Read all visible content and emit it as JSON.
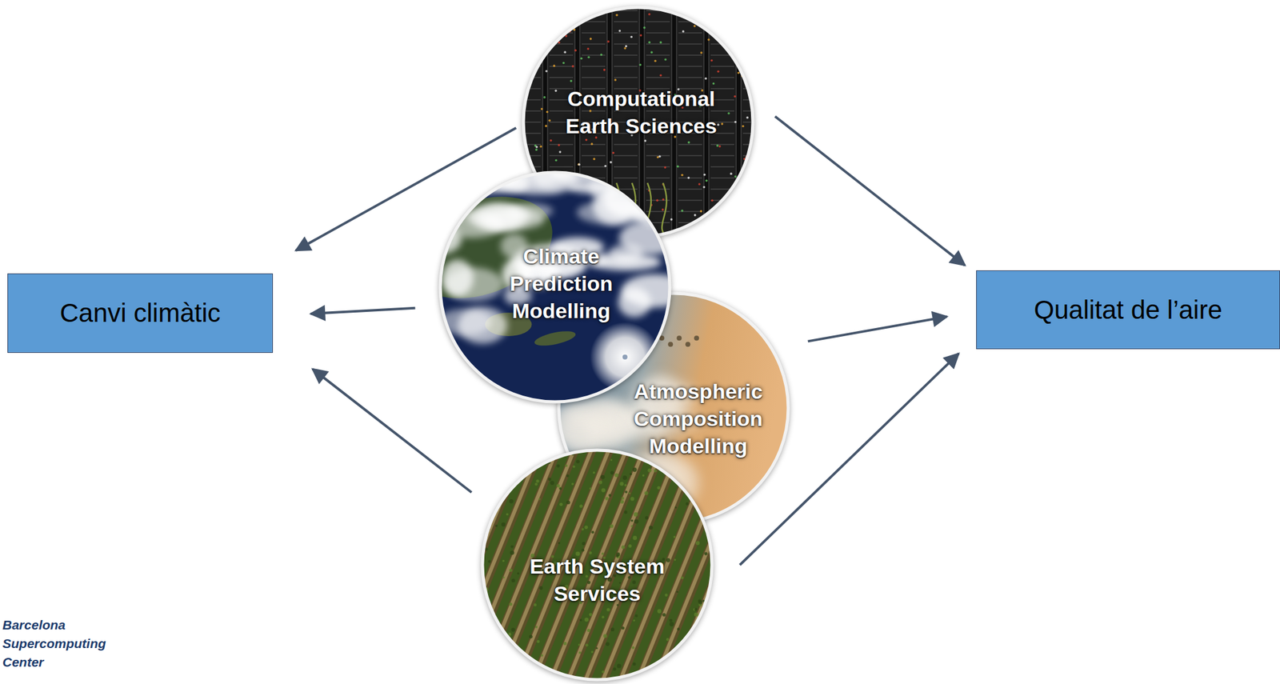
{
  "diagram": {
    "nodes": [
      {
        "text": [
          "Canvi climàtic"
        ]
      },
      {
        "text": [
          "Computational Earth Sciences"
        ]
      },
      {
        "text": [
          "Climate Prediction Modelling"
        ]
      },
      {
        "text": [
          "Atmospheric Composition Modelling"
        ]
      },
      {
        "text": [
          "Earth System Services"
        ]
      },
      {
        "text": [
          "Qualitat de l’aire"
        ]
      }
    ],
    "edges": [
      {
        "from": 1,
        "to": 0,
        "arrow": "to"
      },
      {
        "from": 2,
        "to": 0,
        "arrow": "to"
      },
      {
        "from": 4,
        "to": 0,
        "arrow": "to"
      },
      {
        "from": 1,
        "to": 5,
        "arrow": "to"
      },
      {
        "from": 3,
        "to": 5,
        "arrow": "to"
      },
      {
        "from": 4,
        "to": 5,
        "arrow": "to"
      }
    ],
    "labels": [
      "Barcelona Supercomputing Center"
    ]
  }
}
